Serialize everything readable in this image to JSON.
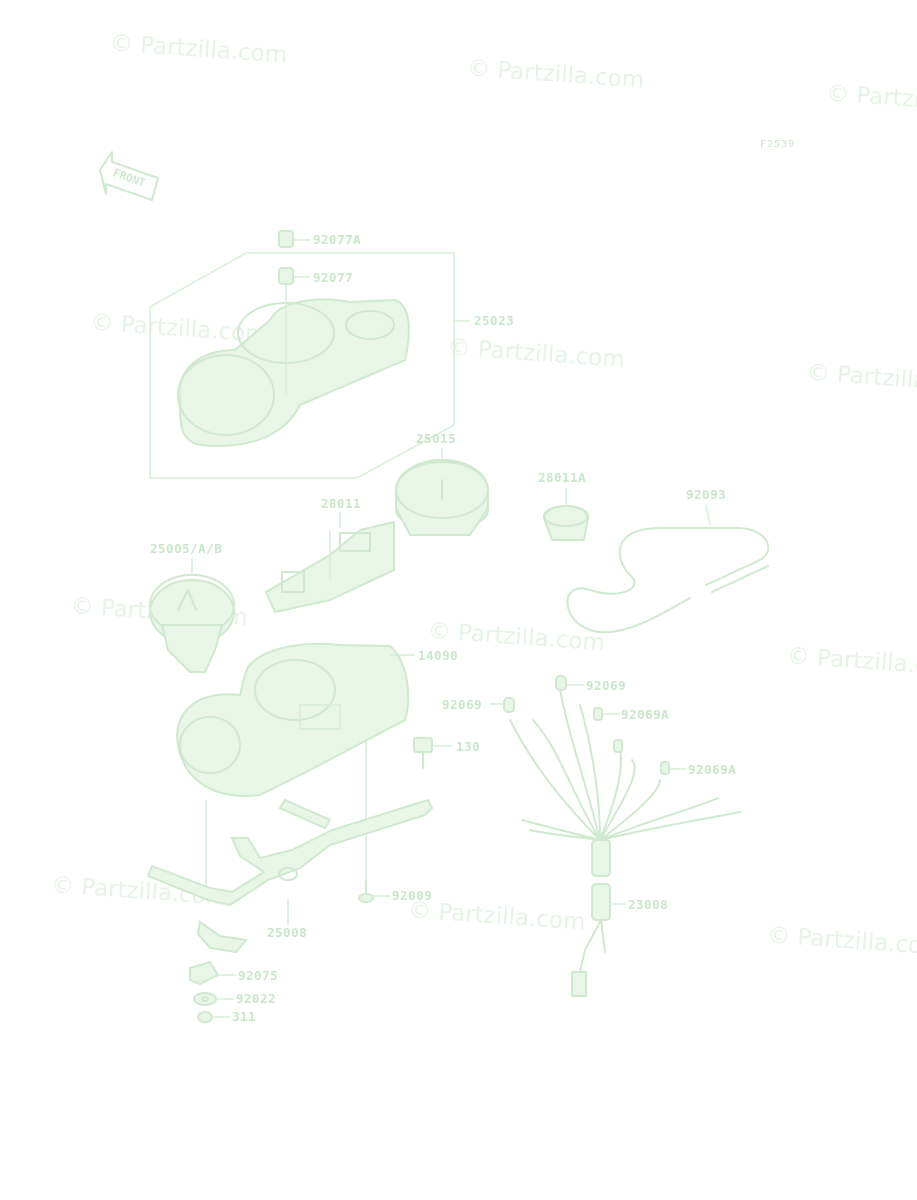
{
  "diagram": {
    "figure_code": "F2539",
    "direction_label": "FRONT",
    "watermark": "© Partzilla.com",
    "callouts": [
      {
        "id": "92077A",
        "label": "92077A"
      },
      {
        "id": "92077",
        "label": "92077"
      },
      {
        "id": "25023",
        "label": "25023"
      },
      {
        "id": "25015",
        "label": "25015"
      },
      {
        "id": "28011A",
        "label": "28011A"
      },
      {
        "id": "92093",
        "label": "92093"
      },
      {
        "id": "28011",
        "label": "28011"
      },
      {
        "id": "25005",
        "label": "25005/A/B"
      },
      {
        "id": "14090",
        "label": "14090"
      },
      {
        "id": "92069-left",
        "label": "92069"
      },
      {
        "id": "92069-top",
        "label": "92069"
      },
      {
        "id": "92069A-top",
        "label": "92069A"
      },
      {
        "id": "130",
        "label": "130"
      },
      {
        "id": "92069A-right",
        "label": "92069A"
      },
      {
        "id": "92009",
        "label": "92009"
      },
      {
        "id": "23008",
        "label": "23008"
      },
      {
        "id": "25008",
        "label": "25008"
      },
      {
        "id": "92075",
        "label": "92075"
      },
      {
        "id": "92022",
        "label": "92022"
      },
      {
        "id": "311",
        "label": "311"
      }
    ]
  }
}
